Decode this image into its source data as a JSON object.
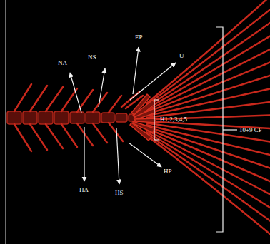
{
  "diagram": {
    "labels": [
      "NA",
      "NS",
      "EP",
      "U",
      "H1,2,3,4,5",
      "10+9 CF",
      "HA",
      "HS",
      "HP"
    ]
  }
}
